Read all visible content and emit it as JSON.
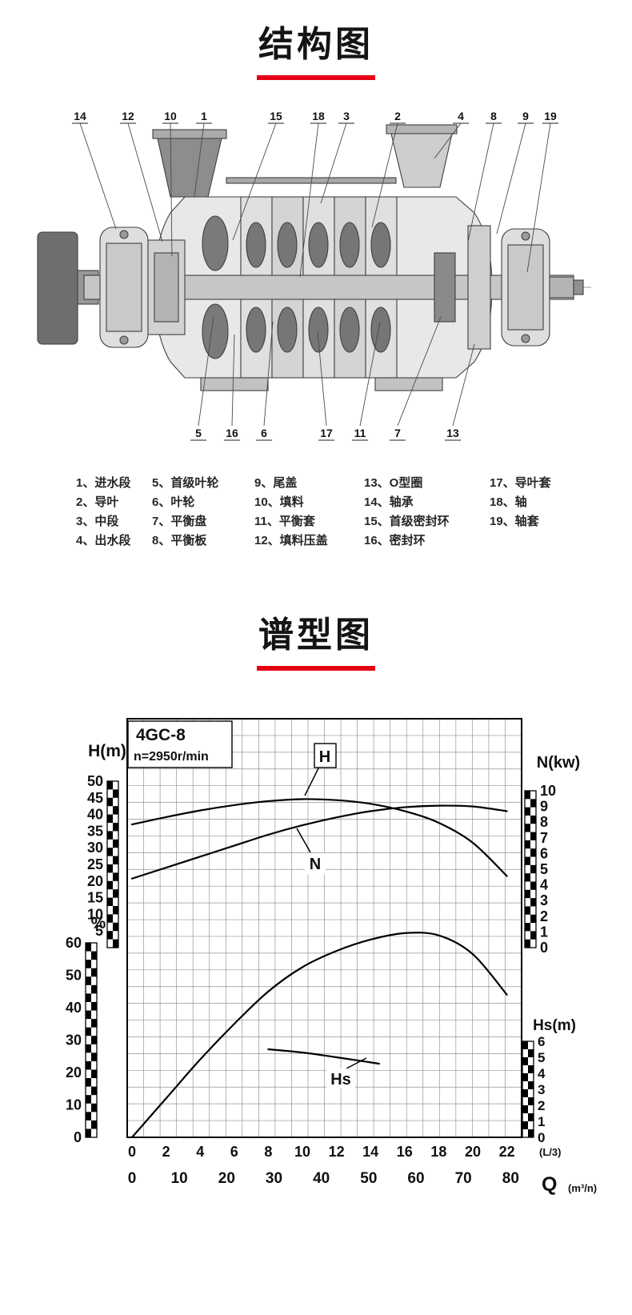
{
  "accent_red": "#e60014",
  "section1": {
    "title": "结构图"
  },
  "section2": {
    "title": "谱型图"
  },
  "diagram": {
    "top_callouts": [
      "14",
      "12",
      "10",
      "1",
      "15",
      "18",
      "3",
      "2",
      "4",
      "8",
      "9",
      "19"
    ],
    "bottom_callouts": [
      "5",
      "16",
      "6",
      "17",
      "11",
      "7",
      "13"
    ]
  },
  "parts_list": {
    "columns": [
      [
        "1、进水段",
        "2、导叶",
        "3、中段",
        "4、出水段"
      ],
      [
        "5、首级叶轮",
        "6、叶轮",
        "7、平衡盘",
        "8、平衡板"
      ],
      [
        "9、尾盖",
        "10、填料",
        "11、平衡套",
        "12、填料压盖"
      ],
      [
        "13、O型圈",
        "14、轴承",
        "15、首级密封环",
        "16、密封环"
      ],
      [
        "17、导叶套",
        "18、轴",
        "19、轴套"
      ]
    ]
  },
  "chart_data": {
    "type": "line",
    "title": "4GC-8",
    "subtitle": "n=2950r/min",
    "grid": true,
    "curve_labels": {
      "H": "H",
      "N": "N",
      "Hs": "Hs"
    },
    "x_axis": {
      "q_label": "Q",
      "primary": {
        "label": "(L/3)",
        "ticks": [
          "0",
          "2",
          "4",
          "6",
          "8",
          "10",
          "12",
          "14",
          "16",
          "18",
          "20",
          "22"
        ],
        "min": 0,
        "max": 22
      },
      "secondary": {
        "label": "(m³/n)",
        "ticks": [
          "0",
          "10",
          "20",
          "30",
          "40",
          "50",
          "60",
          "70",
          "80"
        ],
        "min": 0,
        "max": 80
      }
    },
    "axes": {
      "H": {
        "label": "H(m)",
        "ticks": [
          "50",
          "45",
          "40",
          "35",
          "30",
          "25",
          "20",
          "15",
          "10",
          "5"
        ],
        "min": 0,
        "max": 50
      },
      "N": {
        "label": "N(kw)",
        "ticks": [
          "10",
          "9",
          "8",
          "7",
          "6",
          "5",
          "4",
          "3",
          "2",
          "1",
          "0"
        ],
        "min": 0,
        "max": 10
      },
      "eta": {
        "label": "%",
        "ticks": [
          "60",
          "50",
          "40",
          "30",
          "20",
          "10",
          "0"
        ],
        "min": 0,
        "max": 60
      },
      "Hs": {
        "label": "Hs(m)",
        "ticks": [
          "6",
          "5",
          "4",
          "3",
          "2",
          "1",
          "0"
        ],
        "min": 0,
        "max": 6
      }
    },
    "series": [
      {
        "name": "H",
        "axis": "H",
        "x": [
          0,
          2,
          4,
          6,
          8,
          10,
          12,
          14,
          16,
          18,
          20,
          22
        ],
        "values": [
          37,
          39.2,
          41.2,
          42.8,
          44,
          44.6,
          44.3,
          43.2,
          41,
          37.5,
          31.5,
          21.5
        ]
      },
      {
        "name": "N",
        "axis": "N",
        "x": [
          0,
          2,
          4,
          6,
          8,
          10,
          12,
          14,
          16,
          18,
          20,
          22
        ],
        "values": [
          4.4,
          5.1,
          5.8,
          6.5,
          7.2,
          7.8,
          8.3,
          8.7,
          8.95,
          9.05,
          9.0,
          8.7
        ]
      },
      {
        "name": "eta",
        "axis": "eta",
        "x": [
          0,
          2,
          4,
          6,
          8,
          10,
          12,
          14,
          16,
          18,
          20,
          22
        ],
        "values": [
          0,
          12,
          24,
          35,
          45,
          52.5,
          57.5,
          61,
          63,
          62.3,
          56.5,
          44
        ]
      },
      {
        "name": "Hs",
        "axis": "Hs",
        "x": [
          8,
          10,
          12,
          14.5
        ],
        "values": [
          5.5,
          5.3,
          5.0,
          4.6
        ]
      }
    ]
  }
}
